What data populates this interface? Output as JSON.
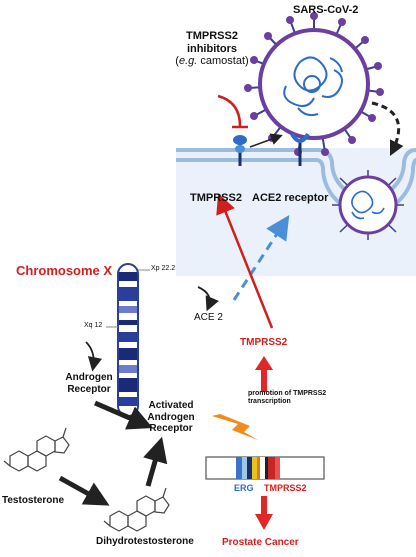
{
  "virus": {
    "name": "SARS-CoV-2"
  },
  "inhibitors": {
    "line1": "TMPRSS2",
    "line2": "inhibitors",
    "line3_prefix": "(",
    "line3_italic": "e.g.",
    "line3_rest": " camostat)"
  },
  "membrane": {
    "tmprss2_label": "TMPRSS2",
    "ace2_receptor_label": "ACE2 receptor"
  },
  "chromosome": {
    "title": "Chromosome X",
    "band_upper": "Xp 22.2",
    "band_lower": "Xq 12"
  },
  "ace2_gene": {
    "label": "ACE 2"
  },
  "androgen_receptor": {
    "line1": "Androgen",
    "line2": "Receptor"
  },
  "activated_receptor": {
    "line1": "Activated",
    "line2": "Androgen",
    "line3": "Receptor"
  },
  "tmprss2_gene": {
    "label": "TMPRSS2"
  },
  "promotion": {
    "line1": "promotion of TMPRSS2",
    "line2": "transcription"
  },
  "fusion": {
    "erg_label": "ERG",
    "tmprss2_label": "TMPRSS2"
  },
  "hormones": {
    "testosterone": "Testosterone",
    "dht": "Dihydrotestosterone"
  },
  "outcome": {
    "label": "Prostate Cancer"
  },
  "colors": {
    "red": "#e02828",
    "blue": "#2b6cc9",
    "navy": "#232a78",
    "panel": "#eaf1fb",
    "orange": "#f08c1a"
  }
}
